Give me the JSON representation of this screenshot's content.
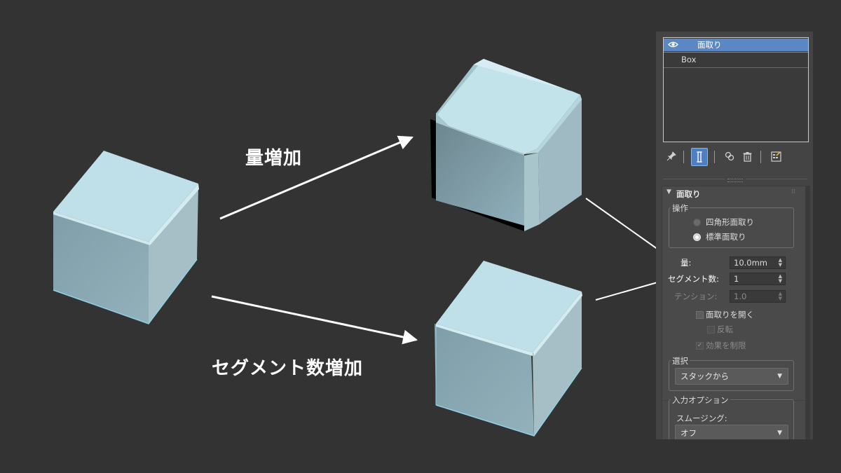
{
  "annotations": {
    "amount_increase": "量増加",
    "segment_increase": "セグメント数増加"
  },
  "colors": {
    "background": "#333333",
    "cube_top": "#bfe0e8",
    "cube_left": "#89a8b3",
    "cube_right": "#9fbac2",
    "arrow": "#ffffff",
    "selection": "#5b88c4"
  },
  "panel": {
    "stack": {
      "items": [
        {
          "label": "面取り",
          "selected": true,
          "icon": "eye-icon"
        },
        {
          "label": "Box",
          "selected": false
        }
      ]
    },
    "toolbar": {
      "icons": [
        "pin-stack-icon",
        "show-end-result-icon",
        "make-unique-icon",
        "remove-modifier-icon",
        "configure-modifier-sets-icon"
      ]
    },
    "rollout": {
      "title": "面取り",
      "operation": {
        "label": "操作",
        "options": [
          {
            "label": "四角形面取り",
            "selected": false
          },
          {
            "label": "標準面取り",
            "selected": true
          }
        ]
      },
      "amount": {
        "label": "量:",
        "value": "10.0mm"
      },
      "segments": {
        "label": "セグメント数:",
        "value": "1"
      },
      "tension": {
        "label": "テンション:",
        "value": "1.0"
      },
      "open_chamfer": {
        "label": "面取りを開く"
      },
      "invert": {
        "label": "反転"
      },
      "limit_effect": {
        "label": "効果を制限"
      },
      "selection": {
        "label": "選択",
        "value": "スタックから"
      },
      "input_options": {
        "label": "入力オプション",
        "smoothing_label": "スムージング:",
        "smoothing_value": "オフ"
      }
    }
  }
}
